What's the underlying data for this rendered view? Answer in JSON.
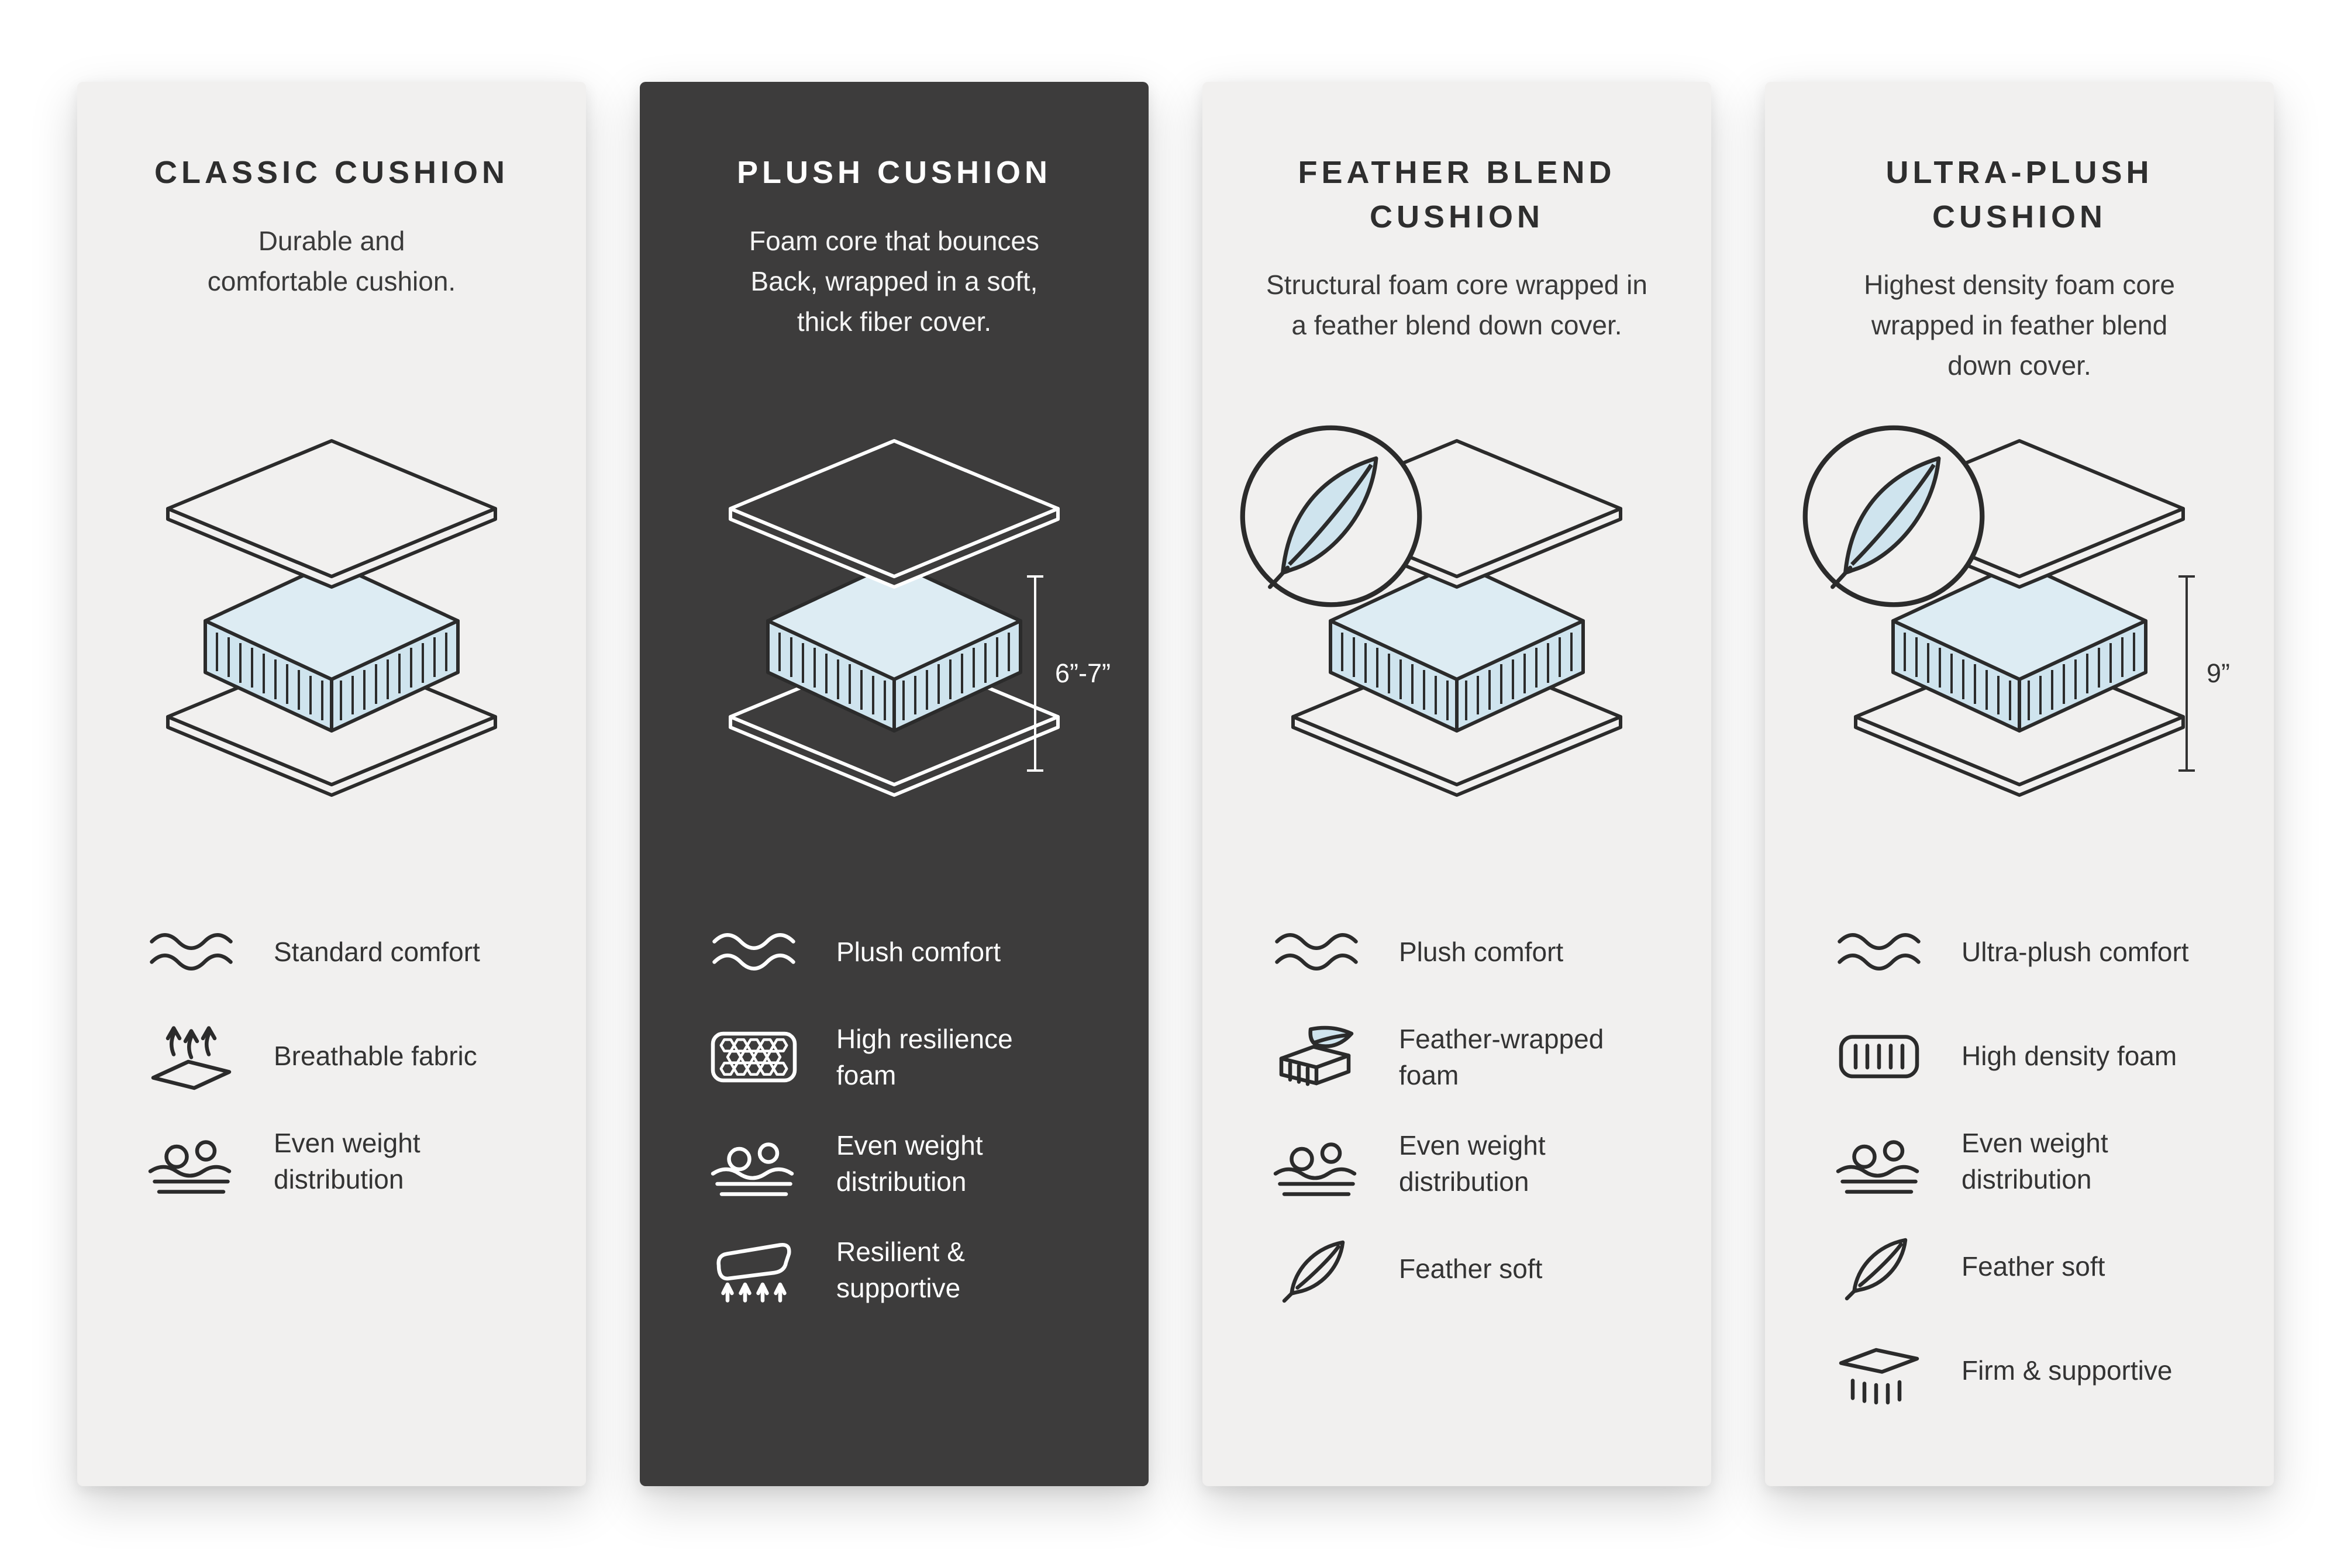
{
  "colors": {
    "card_light_bg": "#f1f0ef",
    "card_dark_bg": "#3d3c3c",
    "outline_dark": "#2b2b2b",
    "foam_fill": "#cfe4ee",
    "foam_top_fill": "#ddecf3",
    "text_dark": "#333333",
    "text_light": "#ffffff"
  },
  "cards": [
    {
      "id": "classic",
      "theme": "light",
      "title": "CLASSIC CUSHION",
      "description": "Durable and\ncomfortable cushion.",
      "features": [
        {
          "icon": "wave-comfort-icon",
          "label": "Standard comfort"
        },
        {
          "icon": "breathable-fabric-icon",
          "label": "Breathable fabric"
        },
        {
          "icon": "even-weight-icon",
          "label": "Even weight\ndistribution"
        }
      ]
    },
    {
      "id": "plush",
      "theme": "dark",
      "title": "PLUSH CUSHION",
      "description": "Foam core that bounces\nBack, wrapped in a soft,\nthick fiber cover.",
      "dimension": "6”-7”",
      "features": [
        {
          "icon": "wave-comfort-icon",
          "label": "Plush comfort"
        },
        {
          "icon": "high-resilience-foam-icon",
          "label": "High resilience\nfoam"
        },
        {
          "icon": "even-weight-icon",
          "label": "Even weight\ndistribution"
        },
        {
          "icon": "resilient-supportive-icon",
          "label": "Resilient &\nsupportive"
        }
      ]
    },
    {
      "id": "feather-blend",
      "theme": "light",
      "title": "FEATHER BLEND\nCUSHION",
      "description": "Structural foam core wrapped in\na feather blend down cover.",
      "has_feather_badge": true,
      "features": [
        {
          "icon": "wave-comfort-icon",
          "label": "Plush comfort"
        },
        {
          "icon": "feather-wrapped-foam-icon",
          "label": "Feather-wrapped\nfoam"
        },
        {
          "icon": "even-weight-icon",
          "label": "Even weight\ndistribution"
        },
        {
          "icon": "feather-icon",
          "label": "Feather soft"
        }
      ]
    },
    {
      "id": "ultra-plush",
      "theme": "light",
      "title": "ULTRA-PLUSH\nCUSHION",
      "description": "Highest density foam core\nwrapped in feather blend\ndown cover.",
      "dimension": "9”",
      "has_feather_badge": true,
      "features": [
        {
          "icon": "wave-comfort-icon",
          "label": "Ultra-plush comfort"
        },
        {
          "icon": "high-density-foam-icon",
          "label": "High density foam"
        },
        {
          "icon": "even-weight-icon",
          "label": "Even weight\ndistribution"
        },
        {
          "icon": "feather-icon",
          "label": "Feather soft"
        },
        {
          "icon": "firm-supportive-icon",
          "label": "Firm & supportive"
        }
      ]
    }
  ]
}
